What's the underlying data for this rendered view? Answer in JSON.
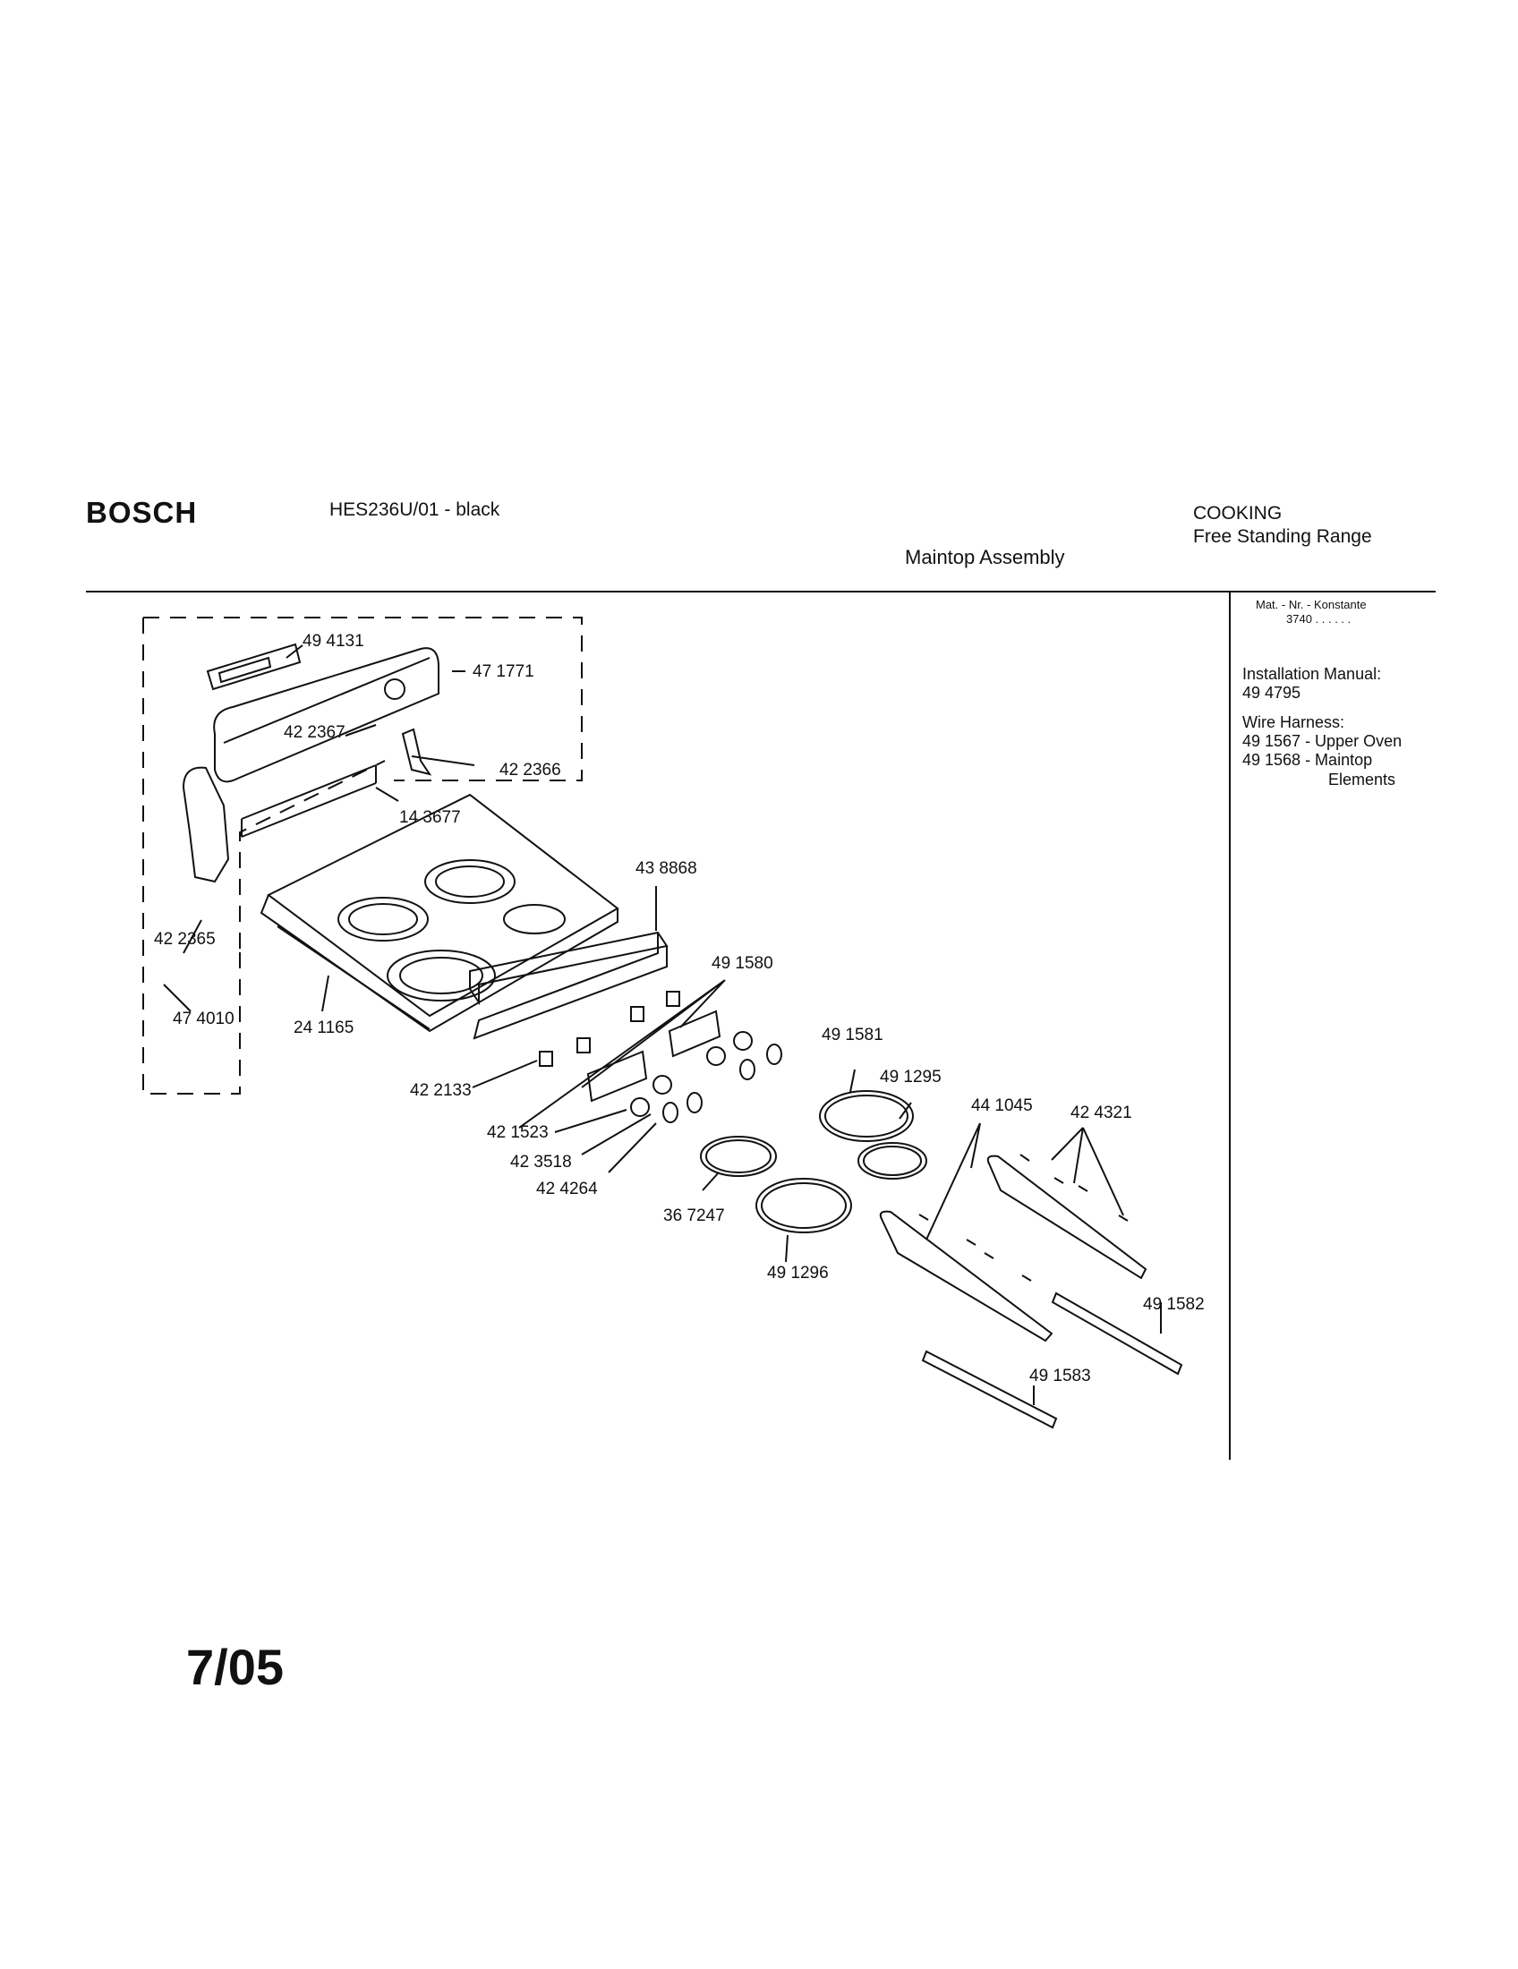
{
  "header": {
    "brand": "BOSCH",
    "model": "HES236U/01 - black",
    "category": "COOKING",
    "subcategory": "Free Standing Range",
    "title": "Maintop Assembly"
  },
  "sidebar": {
    "mat_nr": "Mat. - Nr. - Konstante",
    "mat_value": "3740 . .   . . . .",
    "installation_label": "Installation Manual:",
    "installation_number": "49 4795",
    "wire_label": "Wire Harness:",
    "wire_upper": "49 1567 - Upper Oven",
    "wire_maintop": "49 1568 - Maintop",
    "wire_elements": "Elements"
  },
  "parts": {
    "p494131": "49 4131",
    "p471771": "47 1771",
    "p422367": "42 2367",
    "p422366": "42 2366",
    "p143677": "14 3677",
    "p422365": "42 2365",
    "p474010": "47 4010",
    "p241165": "24 1165",
    "p438868": "43 8868",
    "p491580": "49 1580",
    "p491581": "49 1581",
    "p491295": "49 1295",
    "p441045": "44 1045",
    "p424321": "42 4321",
    "p422133": "42 2133",
    "p421523": "42 1523",
    "p423518": "42 3518",
    "p424264": "42 4264",
    "p367247": "36 7247",
    "p491296": "49 1296",
    "p491582": "49 1582",
    "p491583": "49 1583"
  },
  "footer": {
    "date": "7/05"
  }
}
